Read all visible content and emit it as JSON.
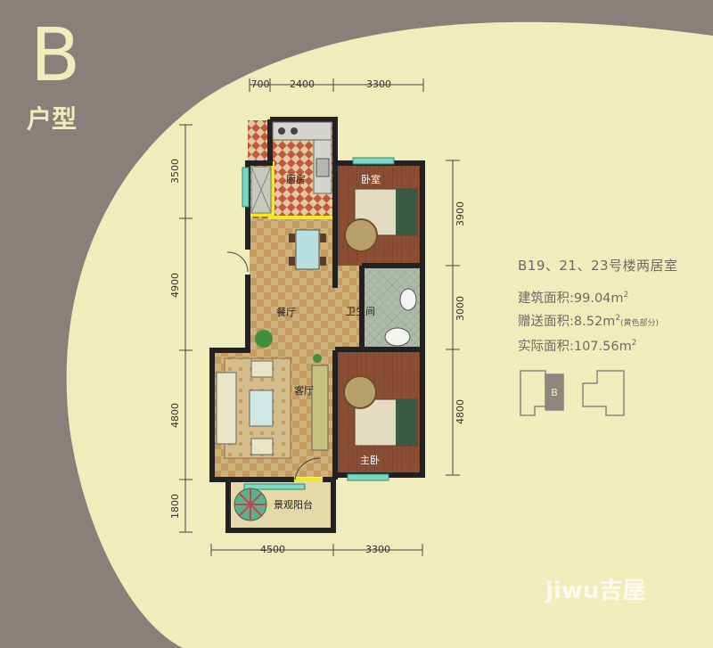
{
  "plan_type": {
    "letter": "B",
    "label": "户型"
  },
  "dimensions": {
    "top": [
      "700",
      "2400",
      "3300"
    ],
    "bottom": [
      "4500",
      "3300"
    ],
    "left": [
      "3500",
      "4900",
      "4800",
      "1800"
    ],
    "right": [
      "3900",
      "3000",
      "4800"
    ]
  },
  "rooms": {
    "kitchen": "厨房",
    "bedroom": "卧室",
    "dining": "餐厅",
    "bathroom": "卫生间",
    "living": "客厅",
    "master_bedroom": "主卧",
    "balcony": "景观阳台"
  },
  "info": {
    "title": "B19、21、23号楼两居室",
    "building_area_label": "建筑面积:",
    "building_area_value": "99.04m",
    "gift_area_label": "赠送面积:",
    "gift_area_value": "8.52m",
    "gift_area_note": "(黄色部分)",
    "actual_area_label": "实际面积:",
    "actual_area_value": "107.56m",
    "superscript": "2"
  },
  "key_plan_label": "B",
  "watermark": "jiwu吉屋",
  "colors": {
    "background": "#8b8079",
    "panel": "#f0edbd",
    "wall": "#222222",
    "highlight": "#f2ea1c",
    "floor_tile": "#c9a46a",
    "wood_floor": "#8a4e33"
  }
}
